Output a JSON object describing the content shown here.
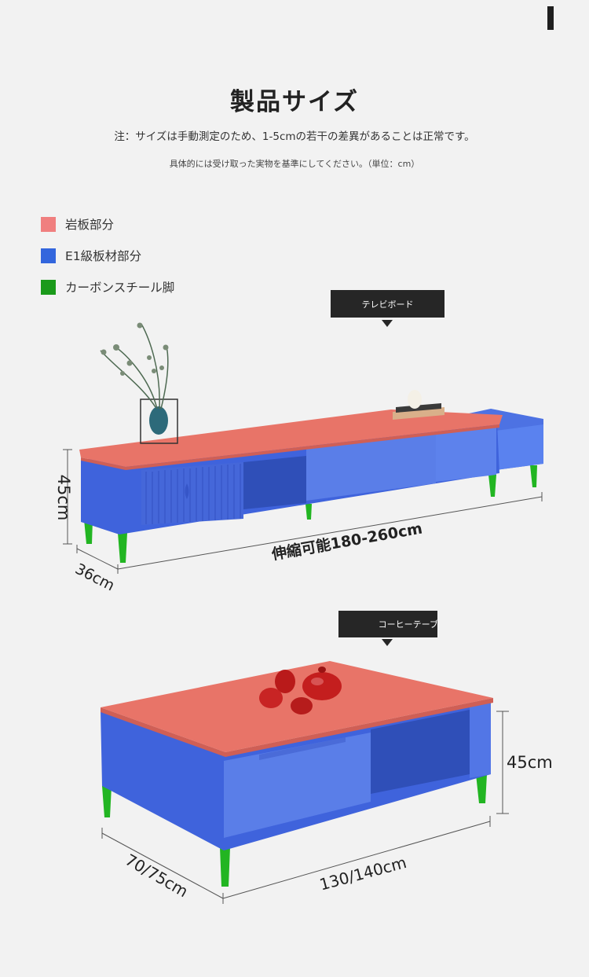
{
  "header": {
    "title": "製品サイズ",
    "note_line1": "注：サイズは手動測定のため、1-5cmの若干の差異があることは正常です。",
    "note_line2": "具体的には受け取った実物を基準にしてください。（単位：cm）"
  },
  "legend": {
    "items": [
      {
        "label": "岩板部分",
        "color": "#f07f7f"
      },
      {
        "label": "E1級板材部分",
        "color": "#3366dd"
      },
      {
        "label": "カーボンスチール脚",
        "color": "#1a9a1a"
      }
    ]
  },
  "colors": {
    "stone_top": "#e87468",
    "blue_body": "#3f63dc",
    "blue_light": "#5a7ee8",
    "steel_leg": "#22b522"
  },
  "tv_board": {
    "tag": "テレビボード",
    "height_label": "45cm",
    "depth_label": "36cm",
    "width_label": "伸縮可能180-260cm"
  },
  "coffee_table": {
    "tag": "コーヒーテーブル",
    "height_label": "45cm",
    "depth_label": "70/75cm",
    "width_label": "130/140cm"
  }
}
